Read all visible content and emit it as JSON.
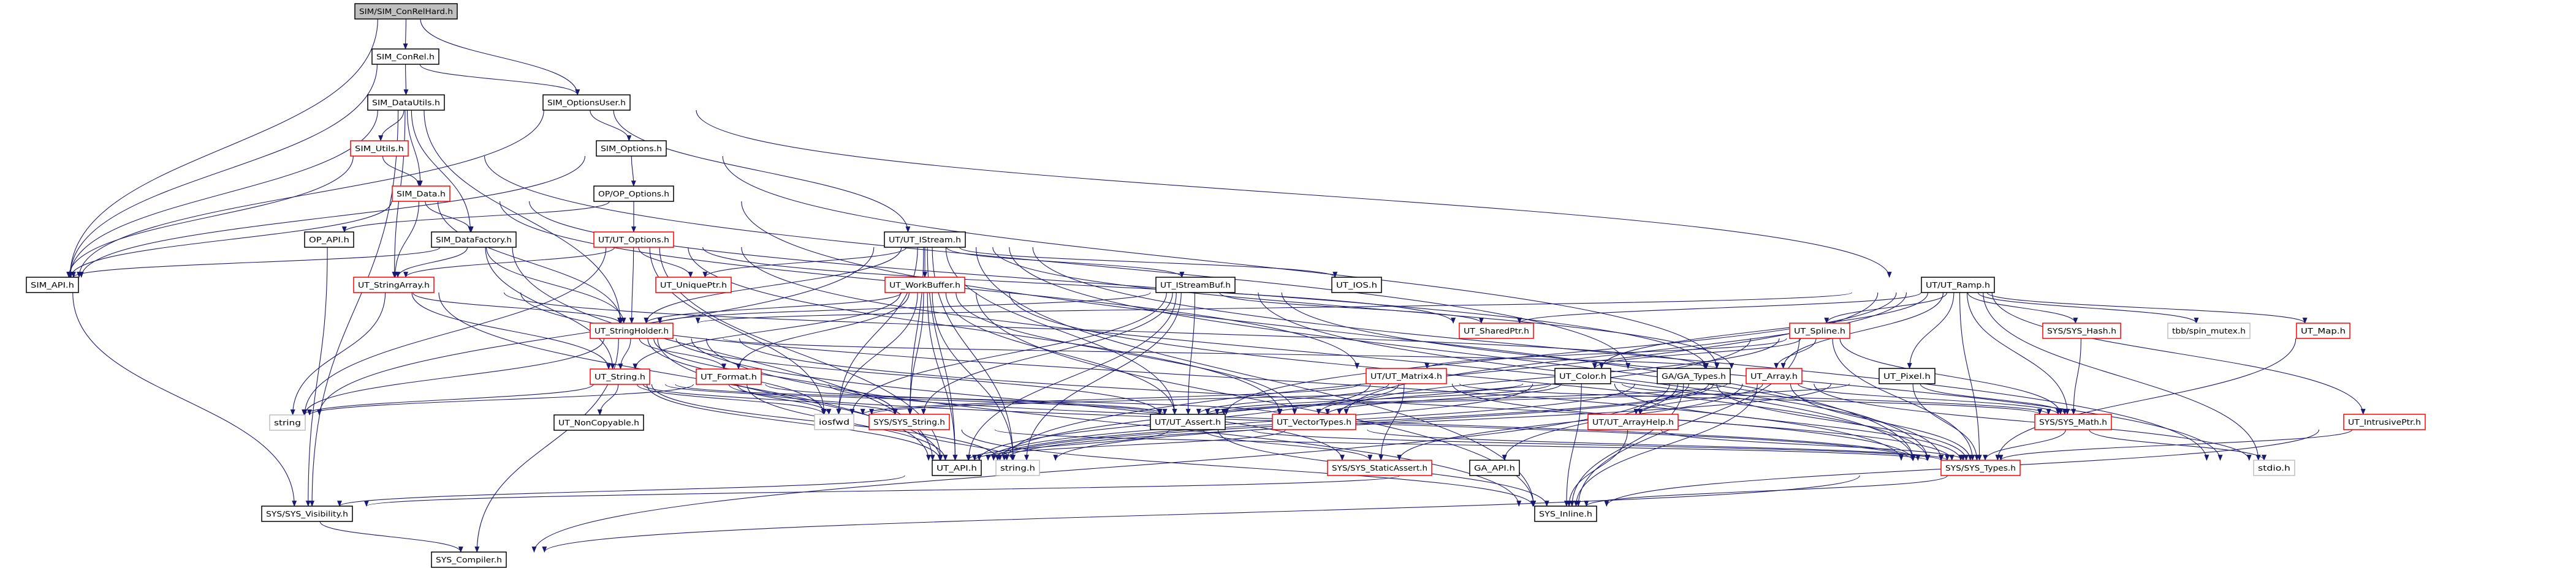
{
  "graph": {
    "title": "SIM/SIM_ConRelHard.h",
    "colors": {
      "edge": "#191970",
      "truncated_border": "#ff0000",
      "external_border": "#bfbfbf",
      "normal_border": "#000000",
      "root_fill": "#bfbfbf"
    },
    "nodes": [
      {
        "id": "root",
        "label": "SIM/SIM_ConRelHard.h",
        "kind": "root"
      },
      {
        "id": "conrel",
        "label": "SIM_ConRel.h",
        "kind": "normal"
      },
      {
        "id": "datautils",
        "label": "SIM_DataUtils.h",
        "kind": "normal"
      },
      {
        "id": "optionsuser",
        "label": "SIM_OptionsUser.h",
        "kind": "normal"
      },
      {
        "id": "utils",
        "label": "SIM_Utils.h",
        "kind": "truncated"
      },
      {
        "id": "options",
        "label": "SIM_Options.h",
        "kind": "normal"
      },
      {
        "id": "data",
        "label": "SIM_Data.h",
        "kind": "truncated"
      },
      {
        "id": "opoptions",
        "label": "OP/OP_Options.h",
        "kind": "normal"
      },
      {
        "id": "opapi",
        "label": "OP_API.h",
        "kind": "normal"
      },
      {
        "id": "datafactory",
        "label": "SIM_DataFactory.h",
        "kind": "normal"
      },
      {
        "id": "utoptions",
        "label": "UT/UT_Options.h",
        "kind": "truncated"
      },
      {
        "id": "simapi",
        "label": "SIM_API.h",
        "kind": "normal"
      },
      {
        "id": "stringarray",
        "label": "UT_StringArray.h",
        "kind": "truncated"
      },
      {
        "id": "uniqueptr",
        "label": "UT_UniquePtr.h",
        "kind": "truncated"
      },
      {
        "id": "istream",
        "label": "UT/UT_IStream.h",
        "kind": "normal"
      },
      {
        "id": "workbuffer",
        "label": "UT_WorkBuffer.h",
        "kind": "truncated"
      },
      {
        "id": "istreambuf",
        "label": "UT_IStreamBuf.h",
        "kind": "normal"
      },
      {
        "id": "ios",
        "label": "UT_IOS.h",
        "kind": "normal"
      },
      {
        "id": "ramp",
        "label": "UT/UT_Ramp.h",
        "kind": "normal"
      },
      {
        "id": "stringholder",
        "label": "UT_StringHolder.h",
        "kind": "truncated"
      },
      {
        "id": "sharedptr",
        "label": "UT_SharedPtr.h",
        "kind": "truncated"
      },
      {
        "id": "spline",
        "label": "UT_Spline.h",
        "kind": "truncated"
      },
      {
        "id": "syshash",
        "label": "SYS/SYS_Hash.h",
        "kind": "truncated"
      },
      {
        "id": "spinmutex",
        "label": "tbb/spin_mutex.h",
        "kind": "external"
      },
      {
        "id": "map",
        "label": "UT_Map.h",
        "kind": "truncated"
      },
      {
        "id": "utstring",
        "label": "UT_String.h",
        "kind": "truncated"
      },
      {
        "id": "format",
        "label": "UT_Format.h",
        "kind": "truncated"
      },
      {
        "id": "matrix4",
        "label": "UT/UT_Matrix4.h",
        "kind": "truncated"
      },
      {
        "id": "color",
        "label": "UT_Color.h",
        "kind": "normal"
      },
      {
        "id": "gatypes",
        "label": "GA/GA_Types.h",
        "kind": "normal"
      },
      {
        "id": "array",
        "label": "UT_Array.h",
        "kind": "truncated"
      },
      {
        "id": "pixel",
        "label": "UT_Pixel.h",
        "kind": "normal"
      },
      {
        "id": "stdstring",
        "label": "string",
        "kind": "external"
      },
      {
        "id": "noncopyable",
        "label": "UT_NonCopyable.h",
        "kind": "normal"
      },
      {
        "id": "iosfwd",
        "label": "iosfwd",
        "kind": "external"
      },
      {
        "id": "sysstring",
        "label": "SYS/SYS_String.h",
        "kind": "truncated"
      },
      {
        "id": "assert",
        "label": "UT/UT_Assert.h",
        "kind": "normal"
      },
      {
        "id": "vectortypes",
        "label": "UT_VectorTypes.h",
        "kind": "truncated"
      },
      {
        "id": "arrayhelp",
        "label": "UT/UT_ArrayHelp.h",
        "kind": "truncated"
      },
      {
        "id": "sysmath",
        "label": "SYS/SYS_Math.h",
        "kind": "truncated"
      },
      {
        "id": "intrusive",
        "label": "UT_IntrusivePtr.h",
        "kind": "truncated"
      },
      {
        "id": "utapi",
        "label": "UT_API.h",
        "kind": "normal"
      },
      {
        "id": "stringh",
        "label": "string.h",
        "kind": "external"
      },
      {
        "id": "staticassert",
        "label": "SYS/SYS_StaticAssert.h",
        "kind": "truncated"
      },
      {
        "id": "gaapi",
        "label": "GA_API.h",
        "kind": "normal"
      },
      {
        "id": "systypes",
        "label": "SYS/SYS_Types.h",
        "kind": "truncated"
      },
      {
        "id": "stdio",
        "label": "stdio.h",
        "kind": "external"
      },
      {
        "id": "visibility",
        "label": "SYS/SYS_Visibility.h",
        "kind": "normal"
      },
      {
        "id": "inline",
        "label": "SYS_Inline.h",
        "kind": "normal"
      },
      {
        "id": "compiler",
        "label": "SYS_Compiler.h",
        "kind": "normal"
      }
    ],
    "edges": [
      [
        "root",
        "simapi"
      ],
      [
        "root",
        "conrel"
      ],
      [
        "root",
        "optionsuser"
      ],
      [
        "conrel",
        "simapi"
      ],
      [
        "conrel",
        "datautils"
      ],
      [
        "conrel",
        "optionsuser"
      ],
      [
        "datautils",
        "simapi"
      ],
      [
        "datautils",
        "utils"
      ],
      [
        "datautils",
        "data"
      ],
      [
        "datautils",
        "datafactory"
      ],
      [
        "datautils",
        "stringarray"
      ],
      [
        "datautils",
        "stringholder"
      ],
      [
        "datautils",
        "visibility"
      ],
      [
        "optionsuser",
        "simapi"
      ],
      [
        "optionsuser",
        "options"
      ],
      [
        "optionsuser",
        "istream"
      ],
      [
        "optionsuser",
        "ramp"
      ],
      [
        "utils",
        "simapi"
      ],
      [
        "utils",
        "data"
      ],
      [
        "utils",
        "gatypes"
      ],
      [
        "options",
        "simapi"
      ],
      [
        "options",
        "opoptions"
      ],
      [
        "options",
        "array"
      ],
      [
        "data",
        "simapi"
      ],
      [
        "data",
        "datafactory"
      ],
      [
        "data",
        "stringarray"
      ],
      [
        "data",
        "stringholder"
      ],
      [
        "data",
        "matrix4"
      ],
      [
        "data",
        "array"
      ],
      [
        "opoptions",
        "opapi"
      ],
      [
        "opoptions",
        "utoptions"
      ],
      [
        "opoptions",
        "systypes"
      ],
      [
        "opapi",
        "visibility"
      ],
      [
        "datafactory",
        "simapi"
      ],
      [
        "datafactory",
        "stringarray"
      ],
      [
        "datafactory",
        "stringholder"
      ],
      [
        "datafactory",
        "utstring"
      ],
      [
        "datafactory",
        "utapi"
      ],
      [
        "utoptions",
        "stringarray"
      ],
      [
        "utoptions",
        "stringholder"
      ],
      [
        "utoptions",
        "uniqueptr"
      ],
      [
        "utoptions",
        "utapi"
      ],
      [
        "utoptions",
        "iosfwd"
      ],
      [
        "utoptions",
        "sharedptr"
      ],
      [
        "utoptions",
        "vectortypes"
      ],
      [
        "utoptions",
        "systypes"
      ],
      [
        "utoptions",
        "stdstring"
      ],
      [
        "simapi",
        "visibility"
      ],
      [
        "istream",
        "uniqueptr"
      ],
      [
        "istream",
        "workbuffer"
      ],
      [
        "istream",
        "istreambuf"
      ],
      [
        "istream",
        "ios"
      ],
      [
        "istream",
        "stringholder"
      ],
      [
        "istream",
        "utapi"
      ],
      [
        "istream",
        "iosfwd"
      ],
      [
        "istream",
        "sysstring"
      ],
      [
        "istream",
        "stringh"
      ],
      [
        "istream",
        "assert"
      ],
      [
        "istream",
        "systypes"
      ],
      [
        "istream",
        "stdio"
      ],
      [
        "istream",
        "inline"
      ],
      [
        "istream",
        "array"
      ],
      [
        "istream",
        "stdstring"
      ],
      [
        "stringarray",
        "stringholder"
      ],
      [
        "stringarray",
        "utstring"
      ],
      [
        "stringarray",
        "stdstring"
      ],
      [
        "stringarray",
        "utapi"
      ],
      [
        "stringarray",
        "array"
      ],
      [
        "stringarray",
        "systypes"
      ],
      [
        "stringholder",
        "utstring"
      ],
      [
        "stringholder",
        "format"
      ],
      [
        "stringholder",
        "stdstring"
      ],
      [
        "stringholder",
        "iosfwd"
      ],
      [
        "stringholder",
        "utapi"
      ],
      [
        "stringholder",
        "sysstring"
      ],
      [
        "stringholder",
        "assert"
      ],
      [
        "stringholder",
        "compiler"
      ],
      [
        "stringholder",
        "systypes"
      ],
      [
        "stringholder",
        "staticassert"
      ],
      [
        "stringholder",
        "inline"
      ],
      [
        "stringholder",
        "array"
      ],
      [
        "utstring",
        "noncopyable"
      ],
      [
        "utstring",
        "stdstring"
      ],
      [
        "utstring",
        "iosfwd"
      ],
      [
        "utstring",
        "utapi"
      ],
      [
        "utstring",
        "sysstring"
      ],
      [
        "utstring",
        "stringh"
      ],
      [
        "utstring",
        "assert"
      ],
      [
        "utstring",
        "systypes"
      ],
      [
        "utstring",
        "vectortypes"
      ],
      [
        "format",
        "iosfwd"
      ],
      [
        "format",
        "utapi"
      ],
      [
        "format",
        "systypes"
      ],
      [
        "format",
        "assert"
      ],
      [
        "format",
        "stdstring"
      ],
      [
        "workbuffer",
        "stringholder"
      ],
      [
        "workbuffer",
        "utstring"
      ],
      [
        "workbuffer",
        "format"
      ],
      [
        "workbuffer",
        "iosfwd"
      ],
      [
        "workbuffer",
        "sysstring"
      ],
      [
        "workbuffer",
        "utapi"
      ],
      [
        "workbuffer",
        "stringh"
      ],
      [
        "workbuffer",
        "assert"
      ],
      [
        "workbuffer",
        "vectortypes"
      ],
      [
        "workbuffer",
        "systypes"
      ],
      [
        "workbuffer",
        "inline"
      ],
      [
        "istreambuf",
        "stringholder"
      ],
      [
        "istreambuf",
        "utapi"
      ],
      [
        "istreambuf",
        "iosfwd"
      ],
      [
        "istreambuf",
        "sysstring"
      ],
      [
        "istreambuf",
        "stringh"
      ],
      [
        "istreambuf",
        "assert"
      ],
      [
        "istreambuf",
        "systypes"
      ],
      [
        "istreambuf",
        "sharedptr"
      ],
      [
        "istreambuf",
        "stdio"
      ],
      [
        "sysstring",
        "systypes"
      ],
      [
        "sysstring",
        "stringh"
      ],
      [
        "sysstring",
        "inline"
      ],
      [
        "assert",
        "utapi"
      ],
      [
        "assert",
        "staticassert"
      ],
      [
        "assert",
        "inline"
      ],
      [
        "assert",
        "systypes"
      ],
      [
        "vectortypes",
        "systypes"
      ],
      [
        "vectortypes",
        "utapi"
      ],
      [
        "utapi",
        "visibility"
      ],
      [
        "visibility",
        "compiler"
      ],
      [
        "systypes",
        "inline"
      ],
      [
        "systypes",
        "compiler"
      ],
      [
        "ramp",
        "spline"
      ],
      [
        "ramp",
        "array"
      ],
      [
        "ramp",
        "pixel"
      ],
      [
        "ramp",
        "color"
      ],
      [
        "ramp",
        "syshash"
      ],
      [
        "ramp",
        "spinmutex"
      ],
      [
        "ramp",
        "map"
      ],
      [
        "ramp",
        "intrusive"
      ],
      [
        "ramp",
        "sysmath"
      ],
      [
        "ramp",
        "systypes"
      ],
      [
        "ramp",
        "utapi"
      ],
      [
        "ramp",
        "stringholder"
      ],
      [
        "ramp",
        "vectortypes"
      ],
      [
        "ramp",
        "sharedptr"
      ],
      [
        "ramp",
        "assert"
      ],
      [
        "ramp",
        "stdio"
      ],
      [
        "spline",
        "array"
      ],
      [
        "spline",
        "color"
      ],
      [
        "spline",
        "matrix4"
      ],
      [
        "spline",
        "vectortypes"
      ],
      [
        "spline",
        "sysmath"
      ],
      [
        "spline",
        "systypes"
      ],
      [
        "spline",
        "inline"
      ],
      [
        "spline",
        "utapi"
      ],
      [
        "matrix4",
        "utapi"
      ],
      [
        "matrix4",
        "assert"
      ],
      [
        "matrix4",
        "vectortypes"
      ],
      [
        "matrix4",
        "sysmath"
      ],
      [
        "matrix4",
        "staticassert"
      ],
      [
        "matrix4",
        "systypes"
      ],
      [
        "matrix4",
        "iosfwd"
      ],
      [
        "color",
        "utapi"
      ],
      [
        "color",
        "vectortypes"
      ],
      [
        "color",
        "assert"
      ],
      [
        "color",
        "sysmath"
      ],
      [
        "color",
        "systypes"
      ],
      [
        "color",
        "inline"
      ],
      [
        "color",
        "iosfwd"
      ],
      [
        "gatypes",
        "gaapi"
      ],
      [
        "gatypes",
        "arrayhelp"
      ],
      [
        "gatypes",
        "systypes"
      ],
      [
        "gatypes",
        "inline"
      ],
      [
        "gatypes",
        "utapi"
      ],
      [
        "array",
        "arrayhelp"
      ],
      [
        "array",
        "utapi"
      ],
      [
        "array",
        "assert"
      ],
      [
        "array",
        "sysmath"
      ],
      [
        "array",
        "systypes"
      ],
      [
        "array",
        "inline"
      ],
      [
        "array",
        "compiler"
      ],
      [
        "array",
        "stringh"
      ],
      [
        "array",
        "staticassert"
      ],
      [
        "array",
        "stdio"
      ],
      [
        "pixel",
        "utapi"
      ],
      [
        "pixel",
        "sysmath"
      ],
      [
        "pixel",
        "systypes"
      ],
      [
        "pixel",
        "assert"
      ],
      [
        "arrayhelp",
        "systypes"
      ],
      [
        "arrayhelp",
        "inline"
      ],
      [
        "gaapi",
        "visibility"
      ],
      [
        "syshash",
        "sysmath"
      ],
      [
        "sysmath",
        "systypes"
      ],
      [
        "sysmath",
        "stdio"
      ],
      [
        "map",
        "systypes"
      ],
      [
        "intrusive",
        "systypes"
      ],
      [
        "intrusive",
        "inline"
      ]
    ]
  }
}
